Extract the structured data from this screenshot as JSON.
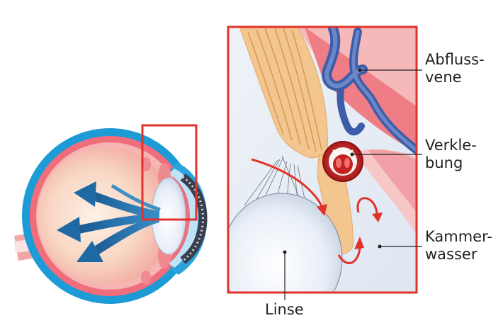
{
  "labels": {
    "drain_vein": [
      "Abfluss-",
      "vene"
    ],
    "blockage": [
      "Verkle-",
      "bung"
    ],
    "aqueous_humor": [
      "Kammer-",
      "wasser"
    ],
    "lens": "Linse"
  },
  "colors": {
    "frame": "#e2332a",
    "leader_line": "#231f20",
    "vein": "#3d5da8",
    "blockage": "#c5221f",
    "flow_arrow": "#e2332a",
    "eye_outer": "#1d9bd7",
    "eye_tissue": "#f28b8b",
    "iris": "#f0c38e",
    "lens": "#e4ebf5",
    "light_arrow": "#1f6aa5"
  }
}
